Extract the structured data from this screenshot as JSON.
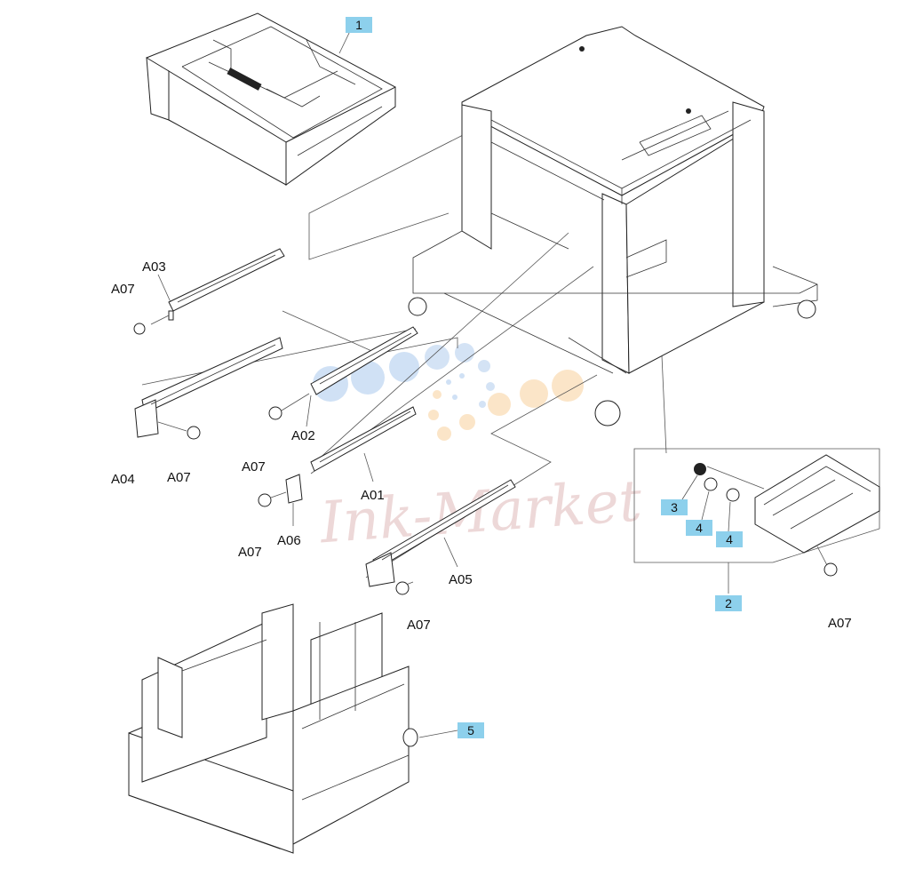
{
  "callouts": [
    {
      "id": "1",
      "color": "#8dd0ec"
    },
    {
      "id": "2",
      "color": "#8dd0ec"
    },
    {
      "id": "3",
      "color": "#8dd0ec"
    },
    {
      "id": "4",
      "color": "#8dd0ec"
    },
    {
      "id": "4",
      "color": "#8dd0ec"
    },
    {
      "id": "5",
      "color": "#8dd0ec"
    }
  ],
  "labels": {
    "a01": "A01",
    "a02": "A02",
    "a03": "A03",
    "a04": "A04",
    "a05": "A05",
    "a06": "A06",
    "a07": "A07"
  },
  "watermark": {
    "text": "Ink-Market",
    "color": "#d9a9a9",
    "dot_colors": [
      "#a9c8ec",
      "#f7cf9a"
    ]
  }
}
